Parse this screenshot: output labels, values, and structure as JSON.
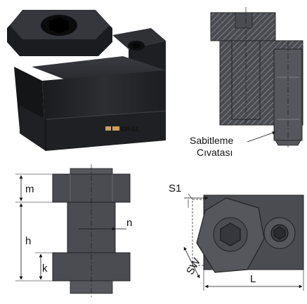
{
  "photo": {
    "brand_text": "ER-EL",
    "brand_mark": "ER-EL logo"
  },
  "callout": {
    "line1": "Sabitleme",
    "line2": "Cıvatası"
  },
  "dimensions_front": {
    "m": "m",
    "h": "h",
    "k": "k",
    "n": "n"
  },
  "dimensions_top": {
    "s1": "S1",
    "sw": "SW",
    "l": "L"
  },
  "colors": {
    "part_fill": "#2b2d31",
    "part_dark": "#16171a",
    "drawing_fill": "#4a4c51",
    "hatch": "#9a9ca0",
    "brand": "#c9a25a"
  }
}
